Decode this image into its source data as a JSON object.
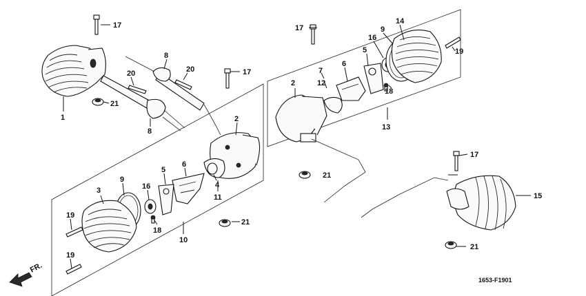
{
  "callouts": {
    "c1": "1",
    "c2a": "2",
    "c2b": "2",
    "c3": "3",
    "c4": "4",
    "c5a": "5",
    "c5b": "5",
    "c6a": "6",
    "c6b": "6",
    "c7": "7",
    "c8a": "8",
    "c8b": "8",
    "c9a": "9",
    "c9b": "9",
    "c10": "10",
    "c11": "11",
    "c12": "12",
    "c13": "13",
    "c14": "14",
    "c15": "15",
    "c16a": "16",
    "c16b": "16",
    "c17a": "17",
    "c17b": "17",
    "c17c": "17",
    "c17d": "17",
    "c18a": "18",
    "c18b": "18",
    "c19a": "19",
    "c19b": "19",
    "c19c": "19",
    "c20a": "20",
    "c20b": "20",
    "c21a": "21",
    "c21b": "21",
    "c21c": "21",
    "c21d": "21"
  },
  "direction_label": "FR.",
  "diagram_code": "1653-F1901"
}
